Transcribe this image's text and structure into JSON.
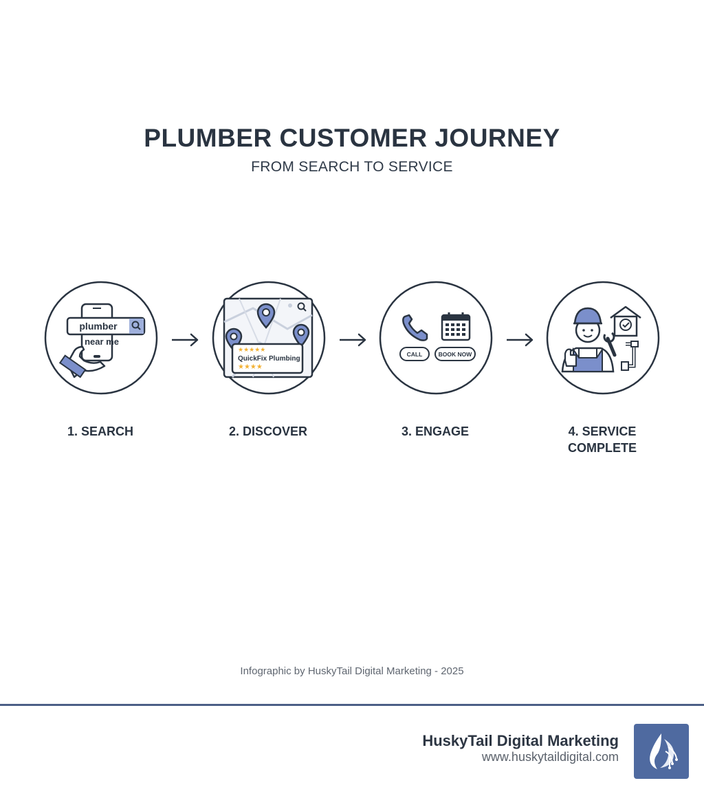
{
  "header": {
    "title": "PLUMBER CUSTOMER JOURNEY",
    "subtitle": "FROM SEARCH TO SERVICE"
  },
  "steps": [
    {
      "label": "1. SEARCH",
      "search_text": "plumber",
      "search_text_2": "near me",
      "icon": "phone-search-icon"
    },
    {
      "label": "2. DISCOVER",
      "listing_name": "QuickFix Plumbing",
      "stars_top": "★★★★★",
      "stars_bottom": "★★★★",
      "icon": "map-pin-icon"
    },
    {
      "label": "3. ENGAGE",
      "call_label": "CALL",
      "book_label": "BOOK NOW",
      "icon": "phone-calendar-icon"
    },
    {
      "label_line1": "4. SERVICE",
      "label_line2": "COMPLETE",
      "icon": "plumber-icon"
    }
  ],
  "credit": "Infographic by HuskyTail Digital Marketing - 2025",
  "footer": {
    "brand_name": "HuskyTail Digital Marketing",
    "brand_url": "www.huskytaildigital.com",
    "logo_icon": "huskytail-logo-icon"
  },
  "colors": {
    "ink": "#2a3441",
    "accent_blue": "#7b8fcb",
    "star_gold": "#f2b134",
    "footer_rule": "#4c5f86",
    "logo_bg": "#4f6aa0"
  }
}
